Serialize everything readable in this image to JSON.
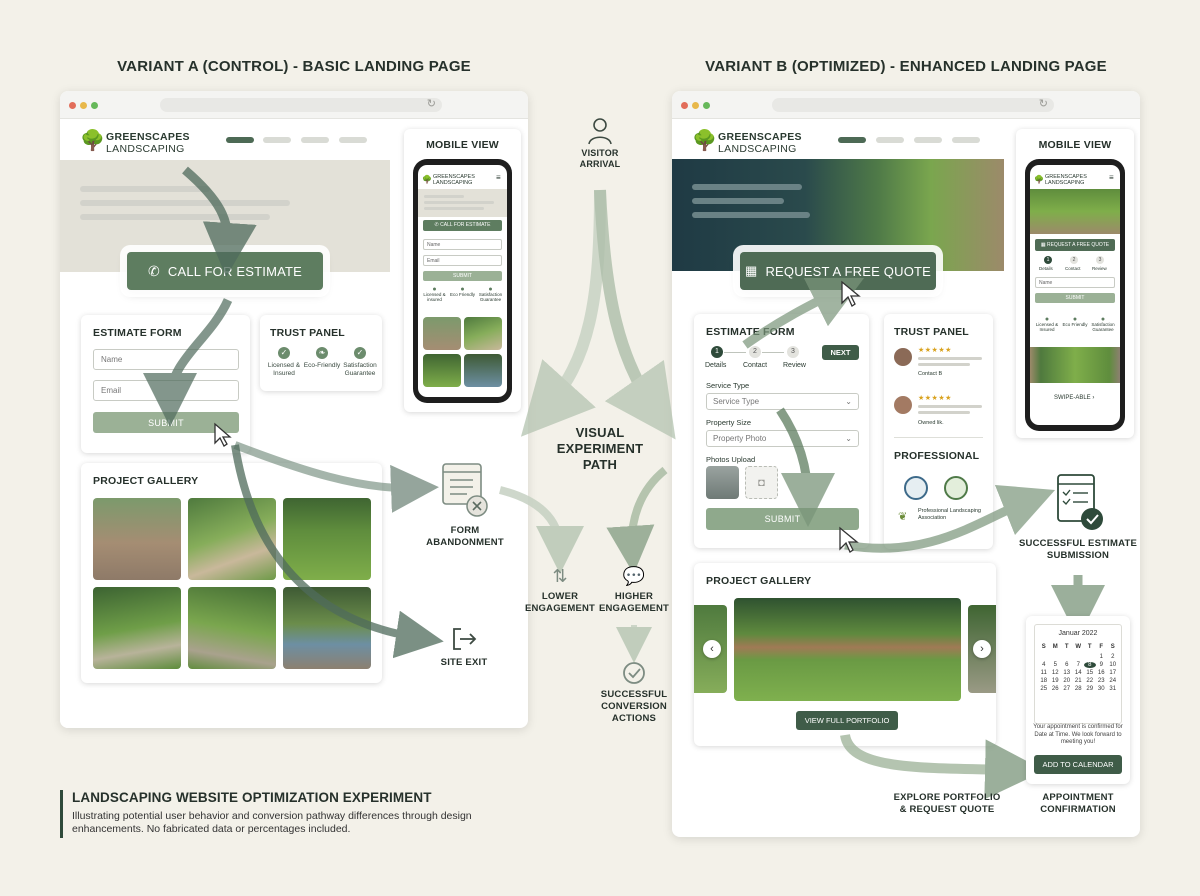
{
  "variant_a": {
    "heading": "VARIANT A (CONTROL) - BASIC LANDING PAGE",
    "brand_line1": "GREENSCAPES",
    "brand_line2": "LANDSCAPING",
    "cta_label": "CALL FOR ESTIMATE",
    "form_title": "ESTIMATE FORM",
    "name_placeholder": "Name",
    "email_placeholder": "Email",
    "submit_label": "SUBMIT",
    "trust_title": "TRUST PANEL",
    "trust_items": [
      "Licensed & Insured",
      "Eco-Friendly",
      "Satisfaction Guarantee"
    ],
    "gallery_title": "PROJECT GALLERY",
    "mobile_title": "MOBILE VIEW",
    "mobile_brand_line1": "GREENSCAPES",
    "mobile_brand_line2": "LANDSCAPING",
    "mobile_cta": "CALL FOR ESTIMATE",
    "mobile_name": "Name",
    "mobile_email": "Email",
    "mobile_submit": "SUBMIT",
    "mobile_trust": [
      "Licensed & insured",
      "Eco Friendly",
      "Satisfaction Guarantee"
    ]
  },
  "variant_b": {
    "heading": "VARIANT B (OPTIMIZED) - ENHANCED LANDING PAGE",
    "brand_line1": "GREENSCAPES",
    "brand_line2": "LANDSCAPING",
    "cta_label": "REQUEST A FREE QUOTE",
    "form_title": "ESTIMATE FORM",
    "steps": [
      "Details",
      "Contact",
      "Review"
    ],
    "next_label": "NEXT",
    "service_type_label": "Service Type",
    "service_type_value": "Service Type",
    "property_size_label": "Property Size",
    "property_size_value": "Property Photo",
    "photos_label": "Photos Upload",
    "submit_label": "SUBMIT",
    "trust_title": "TRUST PANEL",
    "reviewers": [
      "Contact B",
      "Owned lik."
    ],
    "professional_title": "PROFESSIONAL",
    "professional_text": "Professional Landscaping Association",
    "gallery_title": "PROJECT GALLERY",
    "portfolio_button": "VIEW FULL PORTFOLIO",
    "mobile_title": "MOBILE VIEW",
    "mobile_brand_line1": "GREENSCAPES",
    "mobile_brand_line2": "LANDSCAPING",
    "mobile_cta": "REQUEST A FREE QUOTE",
    "mobile_steps": [
      "Details",
      "Contact",
      "Review"
    ],
    "mobile_name": "Name",
    "mobile_submit": "SUBMIT",
    "mobile_trust": [
      "Licensed & Insured",
      "Eco Friendly",
      "Satisfaction Guarantee"
    ],
    "swipe_label": "SWIPE-ABLE"
  },
  "flow": {
    "visitor_arrival": "VISITOR ARRIVAL",
    "center_label": "VISUAL EXPERIMENT PATH",
    "form_abandonment": "FORM ABANDONMENT",
    "site_exit": "SITE EXIT",
    "lower_engagement": "LOWER ENGAGEMENT",
    "higher_engagement": "HIGHER ENGAGEMENT",
    "successful_conversion": "SUCCESSFUL CONVERSION ACTIONS",
    "successful_submission": "SUCCESSFUL ESTIMATE SUBMISSION",
    "explore_portfolio": "EXPLORE PORTFOLIO & REQUEST QUOTE",
    "appointment_confirmation": "APPOINTMENT CONFIRMATION"
  },
  "calendar": {
    "month": "Januar 2022",
    "weekdays": [
      "S",
      "M",
      "T",
      "W",
      "T",
      "F",
      "S"
    ],
    "days": [
      "",
      "",
      "",
      "",
      "",
      "1",
      "2",
      "4",
      "5",
      "6",
      "7",
      "8",
      "9",
      "10",
      "11",
      "12",
      "13",
      "14",
      "15",
      "16",
      "17",
      "18",
      "19",
      "20",
      "21",
      "22",
      "23",
      "24",
      "25",
      "26",
      "27",
      "28",
      "29",
      "30",
      "31"
    ],
    "selected_day": "8",
    "confirmation_text": "Your appointment is confirmed for Date at Time. We look forward to meeting you!",
    "button": "ADD TO CALENDAR"
  },
  "legend": {
    "title": "LANDSCAPING WEBSITE OPTIMIZATION EXPERIMENT",
    "description": "Illustrating potential user behavior and conversion pathway differences through design enhancements. No fabricated data or percentages included."
  },
  "colors": {
    "primary_green": "#5e7d60",
    "dark_green": "#3f5c48",
    "light_green": "#9bb196",
    "background": "#f3f1e9"
  }
}
